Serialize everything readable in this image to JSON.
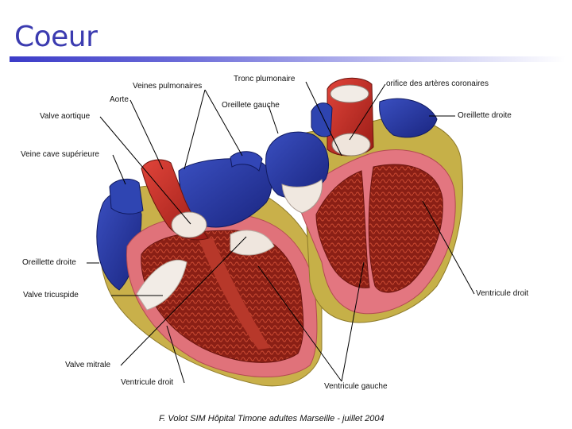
{
  "slide": {
    "title": "Coeur",
    "footer": "F. Volot SIM Hôpital Timone adultes Marseille - juillet 2004"
  },
  "diagram": {
    "image": "heart-cross-section-illustration",
    "labels": {
      "veines_pulmonaires": "Veines pulmonaires",
      "tronc_pulmonaire": "Tronc plumonaire",
      "orifice_arteres_coronaires": "orifice des artères coronaires",
      "aorte": "Aorte",
      "oreillette_gauche": "Oreillete gauche",
      "valve_aortique": "Valve aortique",
      "oreillette_droite_right": "Oreillette droite",
      "veine_cave_superieure": "Veine cave supérieure",
      "oreillette_droite_left": "Oreillette droite",
      "valve_tricuspide": "Valve tricuspide",
      "ventricule_droit_right": "Ventricule droit",
      "valve_mitrale": "Valve mitrale",
      "ventricule_droit_bottom": "Ventricule droit",
      "ventricule_gauche": "Ventricule gauche"
    }
  }
}
